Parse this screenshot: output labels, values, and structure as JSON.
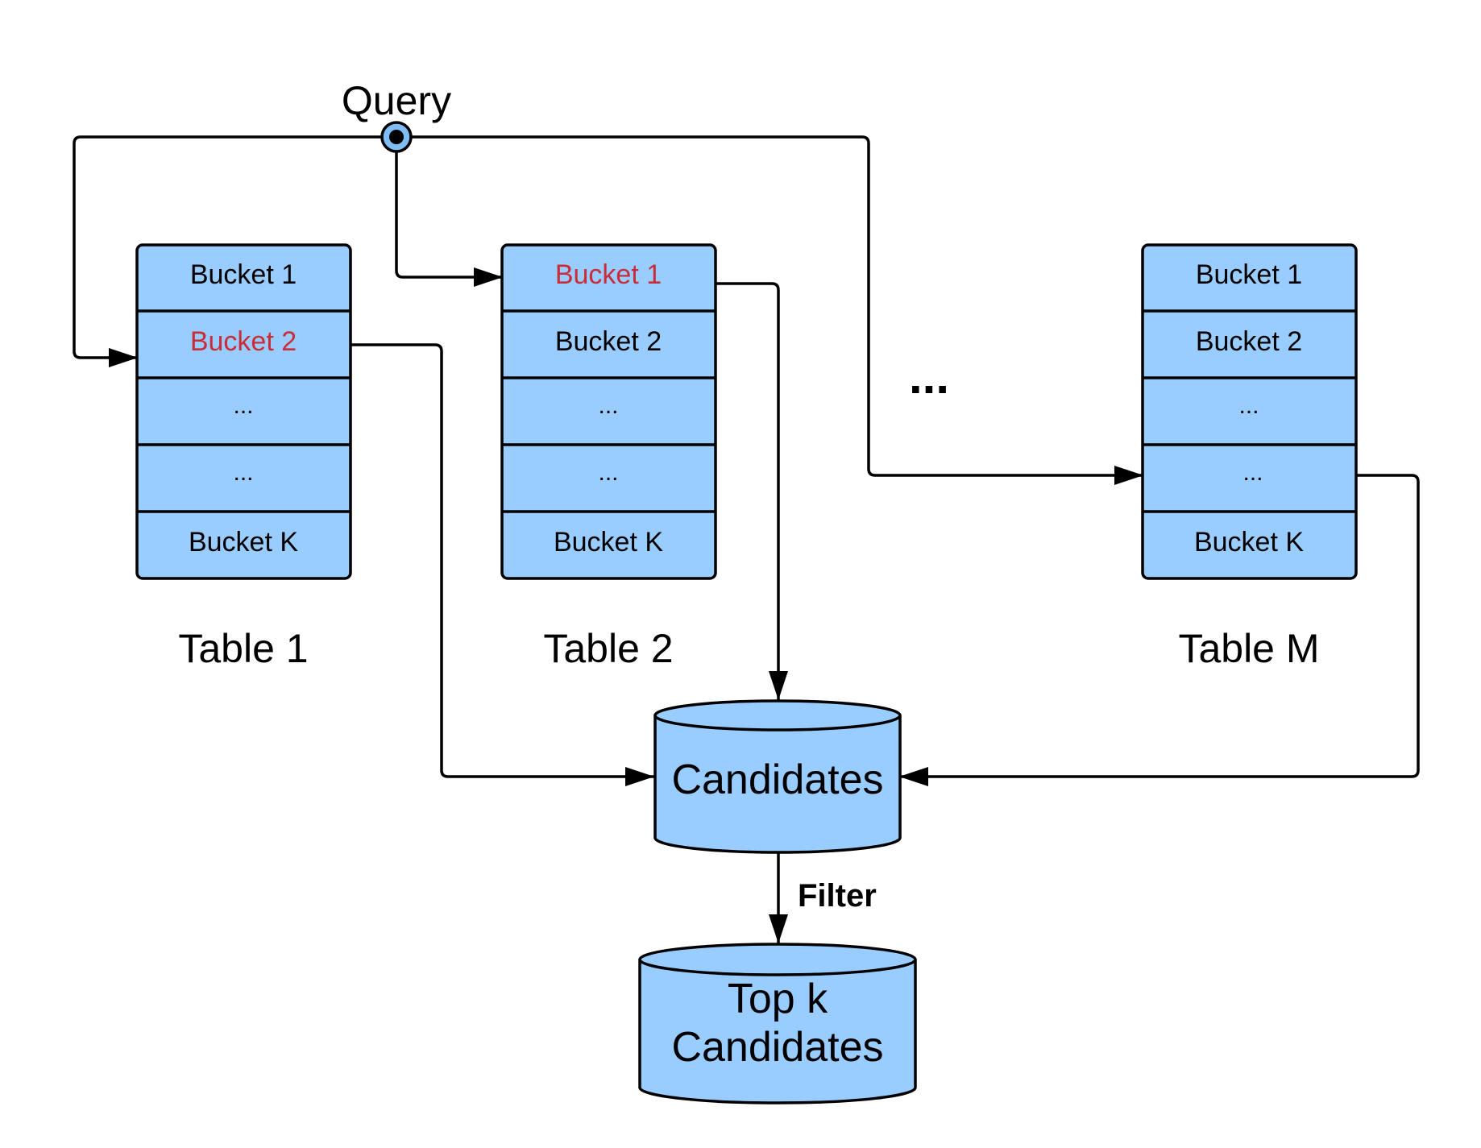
{
  "query_label": "Query",
  "tables": [
    {
      "title": "Table 1",
      "buckets": [
        "Bucket 1",
        "Bucket 2",
        "...",
        "...",
        "Bucket K"
      ],
      "highlighted_bucket": "Bucket 2"
    },
    {
      "title": "Table 2",
      "buckets": [
        "Bucket 1",
        "Bucket 2",
        "...",
        "...",
        "Bucket K"
      ],
      "highlighted_bucket": "Bucket 1"
    },
    {
      "title": "Table M",
      "buckets": [
        "Bucket 1",
        "Bucket 2",
        "...",
        "...",
        "Bucket K"
      ],
      "highlighted_bucket": ""
    }
  ],
  "between_tables_ellipsis": "...",
  "candidates_label": "Candidates",
  "filter_label": "Filter",
  "top_k": {
    "line1": "Top k",
    "line2": "Candidates"
  },
  "colors": {
    "fill": "#99ccff",
    "stroke": "#000000",
    "highlight_text": "#c92d39",
    "query_dot_outer": "#7fbdf5",
    "query_dot_inner": "#000000"
  }
}
